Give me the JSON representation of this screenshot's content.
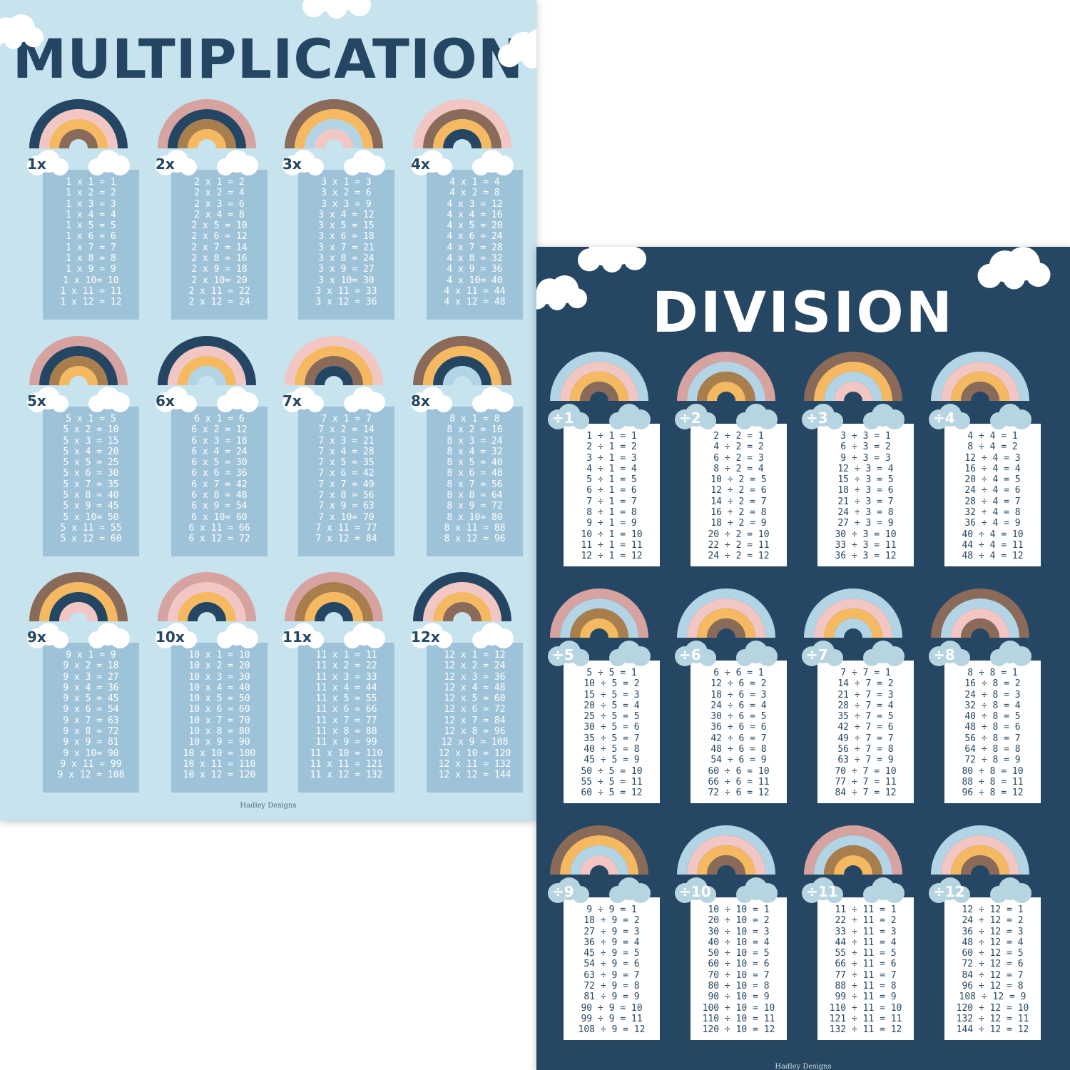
{
  "multiplication": {
    "title": "MULTIPLICATION",
    "credit": "Hadley Designs",
    "tables": [
      {
        "label": "1x",
        "lines": [
          "1 x 1 = 1",
          "1 x 2 = 2",
          "1 x 3 = 3",
          "1 x 4 = 4",
          "1 x 5 = 5",
          "1 x 6 = 6",
          "1 x 7 = 7",
          "1 x 8 = 8",
          "1 x 9 = 9",
          "1 x 10= 10",
          "1 x 11 = 11",
          "1 x 12 = 12"
        ]
      },
      {
        "label": "2x",
        "lines": [
          "2 x 1 = 2",
          "2 x 2 = 4",
          "2 x 3 = 6",
          "2 x 4 = 8",
          "2 x 5 = 10",
          "2 x 6 = 12",
          "2 x 7 = 14",
          "2 x 8 = 16",
          "2 x 9 = 18",
          "2 x 10= 20",
          "2 x 11 = 22",
          "2 x 12 = 24"
        ]
      },
      {
        "label": "3x",
        "lines": [
          "3 x 1 = 3",
          "3 x 2 = 6",
          "3 x 3 = 9",
          "3 x 4 = 12",
          "3 x 5 = 15",
          "3 x 6 = 18",
          "3 x 7 = 21",
          "3 x 8 = 24",
          "3 x 9 = 27",
          "3 x 10= 30",
          "3 x 11 = 33",
          "3 x 12 = 36"
        ]
      },
      {
        "label": "4x",
        "lines": [
          "4 x 1 = 4",
          "4 x 2 = 8",
          "4 x 3 = 12",
          "4 x 4 = 16",
          "4 x 5 = 20",
          "4 x 6 = 24",
          "4 x 7 = 28",
          "4 x 8 = 32",
          "4 x 9 = 36",
          "4 x 10= 40",
          "4 x 11 = 44",
          "4 x 12 = 48"
        ]
      },
      {
        "label": "5x",
        "lines": [
          "5 x 1 = 5",
          "5 x 2 = 10",
          "5 x 3 = 15",
          "5 x 4 = 20",
          "5 x 5 = 25",
          "5 x 6 = 30",
          "5 x 7 = 35",
          "5 x 8 = 40",
          "5 x 9 = 45",
          "5 x 10= 50",
          "5 x 11 = 55",
          "5 x 12 = 60"
        ]
      },
      {
        "label": "6x",
        "lines": [
          "6 x 1 = 6",
          "6 x 2 = 12",
          "6 x 3 = 18",
          "6 x 4 = 24",
          "6 x 5 = 30",
          "6 x 6 = 36",
          "6 x 7 = 42",
          "6 x 8 = 48",
          "6 x 9 = 54",
          "6 x 10= 60",
          "6 x 11 = 66",
          "6 x 12 = 72"
        ]
      },
      {
        "label": "7x",
        "lines": [
          "7 x 1 = 7",
          "7 x 2 = 14",
          "7 x 3 = 21",
          "7 x 4 = 28",
          "7 x 5 = 35",
          "7 x 6 = 42",
          "7 x 7 = 49",
          "7 x 8 = 56",
          "7 x 9 = 63",
          "7 x 10= 70",
          "7 x 11 = 77",
          "7 x 12 = 84"
        ]
      },
      {
        "label": "8x",
        "lines": [
          "8 x 1 = 8",
          "8 x 2 = 16",
          "8 x 3 = 24",
          "8 x 4 = 32",
          "8 x 5 = 40",
          "8 x 6 = 48",
          "8 x 7 = 56",
          "8 x 8 = 64",
          "8 x 9 = 72",
          "8 x 10= 80",
          "8 x 11 = 88",
          "8 x 12 = 96"
        ]
      },
      {
        "label": "9x",
        "lines": [
          "9 x 1 = 9",
          "9 x 2 = 18",
          "9 x 3 = 27",
          "9 x 4 = 36",
          "9 x 5 = 45",
          "9 x 6 = 54",
          "9 x 7 = 63",
          "9 x 8 = 72",
          "9 x 9 = 81",
          "9 x 10= 90",
          "9 x 11 = 99",
          "9 x 12 = 108"
        ]
      },
      {
        "label": "10x",
        "lines": [
          "10 x 1 = 10",
          "10 x 2 = 20",
          "10 x 3 = 30",
          "10 x 4 = 40",
          "10 x 5 = 50",
          "10 x 6 = 60",
          "10 x 7 = 70",
          "10 x 8 = 80",
          "10 x 9 = 90",
          "10 x 10 = 100",
          "10 x 11 = 110",
          "10 x 12 = 120"
        ]
      },
      {
        "label": "11x",
        "lines": [
          "11 x 1 = 11",
          "11 x 2 = 22",
          "11 x 3 = 33",
          "11 x 4 = 44",
          "11 x 5 = 55",
          "11 x 6 = 66",
          "11 x 7 = 77",
          "11 x 8 = 88",
          "11 x 9 = 99",
          "11 x 10 = 110",
          "11 x 11 = 121",
          "11 x 12 = 132"
        ]
      },
      {
        "label": "12x",
        "lines": [
          "12 x 1 = 12",
          "12 x 2 = 24",
          "12 x 3 = 36",
          "12 x 4 = 48",
          "12 x 5 = 60",
          "12 x 6 = 72",
          "12 x 7 = 84",
          "12 x 8 = 96",
          "12 x 9 = 108",
          "12 x 10 = 120",
          "12 x 11 = 132",
          "12 x 12 = 144"
        ]
      }
    ]
  },
  "division": {
    "title": "DIVISION",
    "credit": "Hadley Designs",
    "tables": [
      {
        "label": "÷1",
        "lines": [
          "1 ÷ 1 = 1",
          "2 ÷ 1 = 2",
          "3 ÷ 1 = 3",
          "4 ÷ 1 = 4",
          "5 ÷ 1 = 5",
          "6 ÷ 1 = 6",
          "7 ÷ 1 = 7",
          "8 ÷ 1 = 8",
          "9 ÷ 1 = 9",
          "10 ÷ 1 = 10",
          "11 ÷ 1 = 11",
          "12 ÷ 1 = 12"
        ]
      },
      {
        "label": "÷2",
        "lines": [
          "2 ÷ 2 = 1",
          "4 ÷ 2 = 2",
          "6 ÷ 2 = 3",
          "8 ÷ 2 = 4",
          "10 ÷ 2 = 5",
          "12 ÷ 2 = 6",
          "14 ÷ 2 = 7",
          "16 ÷ 2 = 8",
          "18 ÷ 2 = 9",
          "20 ÷ 2 = 10",
          "22 ÷ 2 = 11",
          "24 ÷ 2 = 12"
        ]
      },
      {
        "label": "÷3",
        "lines": [
          "3 ÷ 3 = 1",
          "6 ÷ 3 = 2",
          "9 ÷ 3 = 3",
          "12 ÷ 3 = 4",
          "15 ÷ 3 = 5",
          "18 ÷ 3 = 6",
          "21 ÷ 3 = 7",
          "24 ÷ 3 = 8",
          "27 ÷ 3 = 9",
          "30 ÷ 3 = 10",
          "33 ÷ 3 = 11",
          "36 ÷ 3 = 12"
        ]
      },
      {
        "label": "÷4",
        "lines": [
          "4 ÷ 4 = 1",
          "8 ÷ 4 = 2",
          "12 ÷ 4 = 3",
          "16 ÷ 4 = 4",
          "20 ÷ 4 = 5",
          "24 ÷ 4 = 6",
          "28 ÷ 4 = 7",
          "32 ÷ 4 = 8",
          "36 ÷ 4 = 9",
          "40 ÷ 4 = 10",
          "44 ÷ 4 = 11",
          "48 ÷ 4 = 12"
        ]
      },
      {
        "label": "÷5",
        "lines": [
          "5 ÷ 5 = 1",
          "10 ÷ 5 = 2",
          "15 ÷ 5 = 3",
          "20 ÷ 5 = 4",
          "25 ÷ 5 = 5",
          "30 ÷ 5 = 6",
          "35 ÷ 5 = 7",
          "40 ÷ 5 = 8",
          "45 ÷ 5 = 9",
          "50 ÷ 5 = 10",
          "55 ÷ 5 = 11",
          "60 ÷ 5 = 12"
        ]
      },
      {
        "label": "÷6",
        "lines": [
          "6 ÷ 6 = 1",
          "12 ÷ 6 = 2",
          "18 ÷ 6 = 3",
          "24 ÷ 6 = 4",
          "30 ÷ 6 = 5",
          "36 ÷ 6 = 6",
          "42 ÷ 6 = 7",
          "48 ÷ 6 = 8",
          "54 ÷ 6 = 9",
          "60 ÷ 6 = 10",
          "66 ÷ 6 = 11",
          "72 ÷ 6 = 12"
        ]
      },
      {
        "label": "÷7",
        "lines": [
          "7 ÷ 7 = 1",
          "14 ÷ 7 = 2",
          "21 ÷ 7 = 3",
          "28 ÷ 7 = 4",
          "35 ÷ 7 = 5",
          "42 ÷ 7 = 6",
          "49 ÷ 7 = 7",
          "56 ÷ 7 = 8",
          "63 ÷ 7 = 9",
          "70 ÷ 7 = 10",
          "77 ÷ 7 = 11",
          "84 ÷ 7 = 12"
        ]
      },
      {
        "label": "÷8",
        "lines": [
          "8 ÷ 8 = 1",
          "16 ÷ 8 = 2",
          "24 ÷ 8 = 3",
          "32 ÷ 8 = 4",
          "40 ÷ 8 = 5",
          "48 ÷ 8 = 6",
          "56 ÷ 8 = 7",
          "64 ÷ 8 = 8",
          "72 ÷ 8 = 9",
          "80 ÷ 8 = 10",
          "88 ÷ 8 = 11",
          "96 ÷ 8 = 12"
        ]
      },
      {
        "label": "÷9",
        "lines": [
          "9 ÷ 9 = 1",
          "18 ÷ 9 = 2",
          "27 ÷ 9 = 3",
          "36 ÷ 9 = 4",
          "45 ÷ 9 = 5",
          "54 ÷ 9 = 6",
          "63 ÷ 9 = 7",
          "72 ÷ 9 = 8",
          "81 ÷ 9 = 9",
          "90 ÷ 9 = 10",
          "99 ÷ 9 = 11",
          "108 ÷ 9 = 12"
        ]
      },
      {
        "label": "÷10",
        "lines": [
          "10 ÷ 10 = 1",
          "20 ÷ 10 = 2",
          "30 ÷ 10 = 3",
          "40 ÷ 10 = 4",
          "50 ÷ 10 = 5",
          "60 ÷ 10 = 6",
          "70 ÷ 10 = 7",
          "80 ÷ 10 = 8",
          "90 ÷ 10 = 9",
          "100 ÷ 10 = 10",
          "110 ÷ 10 = 11",
          "120 ÷ 10 = 12"
        ]
      },
      {
        "label": "÷11",
        "lines": [
          "11 ÷ 11 = 1",
          "22 ÷ 11 = 2",
          "33 ÷ 11 = 3",
          "44 ÷ 11 = 4",
          "55 ÷ 11 = 5",
          "66 ÷ 11 = 6",
          "77 ÷ 11 = 7",
          "88 ÷ 11 = 8",
          "99 ÷ 11 = 9",
          "110 ÷ 11 = 10",
          "121 ÷ 11 = 11",
          "132 ÷ 11 = 12"
        ]
      },
      {
        "label": "÷12",
        "lines": [
          "12 ÷ 12 = 1",
          "24 ÷ 12 = 2",
          "36 ÷ 12 = 3",
          "48 ÷ 12 = 4",
          "60 ÷ 12 = 5",
          "72 ÷ 12 = 6",
          "84 ÷ 12 = 7",
          "96 ÷ 12 = 8",
          "108 ÷ 12 = 9",
          "120 ÷ 12 = 10",
          "132 ÷ 12 = 11",
          "144 ÷ 12 = 12"
        ]
      }
    ]
  },
  "colors": {
    "mult_background": "#c6e3ee",
    "mult_card": "#9ec3d9",
    "mult_text": "#ffffff",
    "mult_title": "#244663",
    "div_background": "#254763",
    "div_card": "#ffffff",
    "div_text": "#254763",
    "div_title": "#ffffff",
    "div_cloud": "#b7d4e1",
    "rainbow_navy": "#244663",
    "rainbow_pink": "#f2c6c3",
    "rainbow_mustard": "#f4b961",
    "rainbow_brown": "#8a6a58",
    "rainbow_mauve": "#d6a3a0",
    "rainbow_lightblue": "#b3d4e4",
    "rainbow_tan": "#a97e4d"
  }
}
